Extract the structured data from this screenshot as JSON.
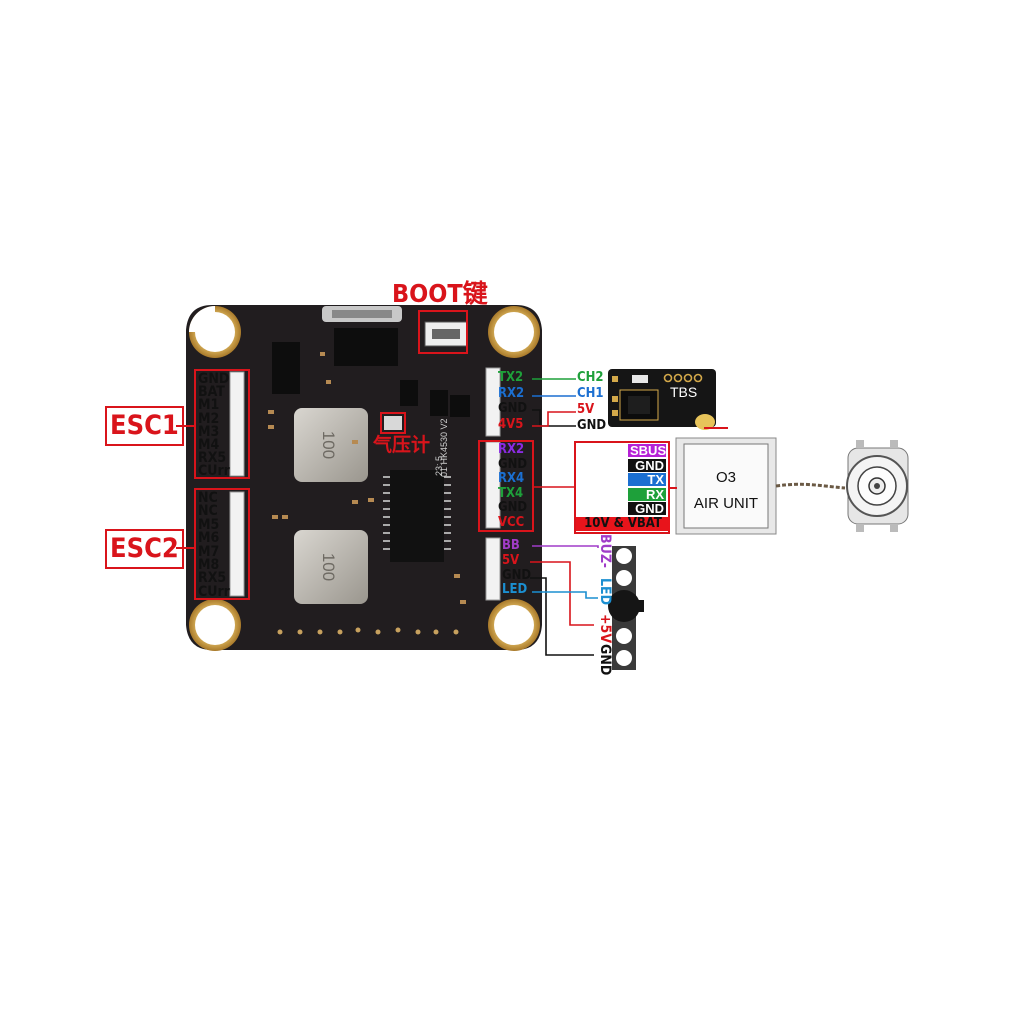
{
  "board": {
    "boot_label": "BOOT键",
    "baro_label": "气压计",
    "silk_rev": "01 HK4530 V2",
    "silk_code": "23: 5",
    "inductor_1": "100",
    "inductor_2": "100"
  },
  "esc1": {
    "name": "ESC1",
    "pins": [
      "GND",
      "BAT",
      "M1",
      "M2",
      "M3",
      "M4",
      "RX5",
      "CUrr"
    ]
  },
  "esc2": {
    "name": "ESC2",
    "pins": [
      "NC",
      "NC",
      "M5",
      "M6",
      "M7",
      "M8",
      "RX5",
      "CUrr"
    ]
  },
  "conn_rx": {
    "pins": [
      "TX2",
      "RX2",
      "GND",
      "4V5"
    ],
    "colors": [
      "#1ea03a",
      "#1b6fd1",
      "#111111",
      "#d9141b"
    ]
  },
  "conn_vtx": {
    "pins": [
      "RX2",
      "GND",
      "RX4",
      "TX4",
      "GND",
      "VCC"
    ],
    "colors": [
      "#8a2be2",
      "#111111",
      "#1b6fd1",
      "#1ea03a",
      "#111111",
      "#d9141b"
    ]
  },
  "conn_led": {
    "pins": [
      "BB",
      "5V",
      "GND",
      "LED"
    ],
    "colors": [
      "#a03cc8",
      "#d9141b",
      "#111111",
      "#1b8fd1"
    ]
  },
  "tbs": {
    "name": "TBS",
    "pins": [
      "CH2",
      "CH1",
      "5V",
      "GND"
    ],
    "colors": [
      "#1ea03a",
      "#1b6fd1",
      "#d9141b",
      "#111111"
    ]
  },
  "o3": {
    "title_line1": "O3",
    "title_line2": "AIR UNIT",
    "pins": [
      "SBUS",
      "GND",
      "TX",
      "RX",
      "GND"
    ],
    "pin_bg": [
      "#b521d6",
      "#111111",
      "#1b6fd1",
      "#1ea03a",
      "#111111"
    ],
    "power_label": "10V & VBAT",
    "power_bg": "#e8141b"
  },
  "led_strip": {
    "labels": [
      "BUZ-",
      "LED",
      "+5V",
      "GND"
    ],
    "colors": [
      "#a03cc8",
      "#1b8fd1",
      "#d9141b",
      "#111111"
    ]
  }
}
